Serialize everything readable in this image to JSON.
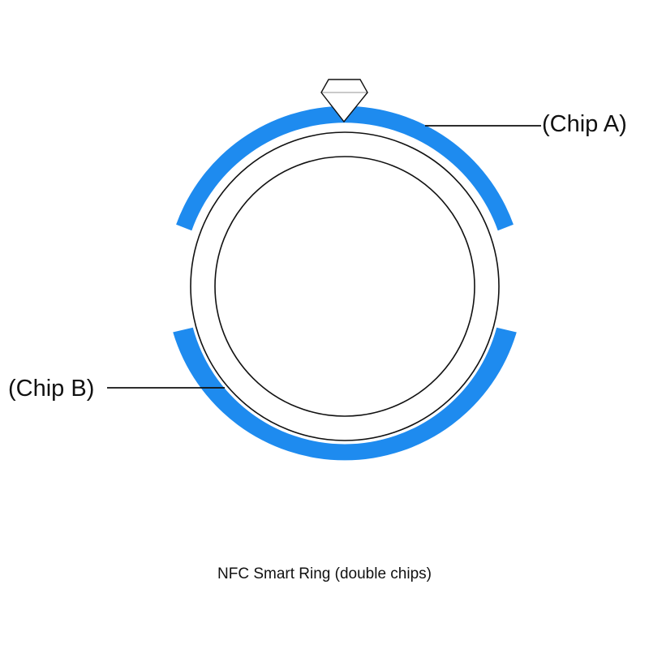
{
  "labels": {
    "chip_a": "(Chip A)",
    "chip_b": "(Chip B)"
  },
  "caption": "NFC Smart Ring (double chips)",
  "colors": {
    "chip_fill": "#1E8BEF",
    "outline": "#111111",
    "background": "#FFFFFF"
  }
}
